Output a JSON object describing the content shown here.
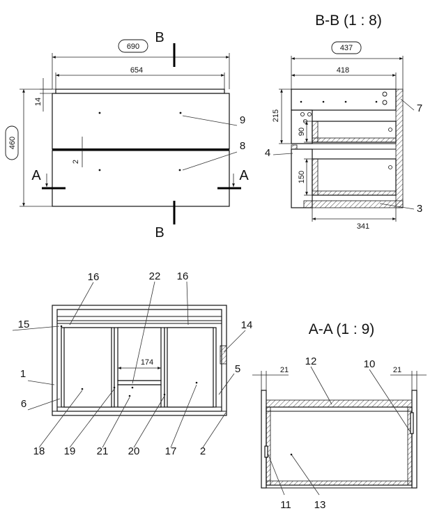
{
  "front_view": {
    "width_overall": "690",
    "width_inner": "654",
    "height": "460",
    "top_thickness": "14",
    "gap": "2",
    "item_top_drawer": "9",
    "item_bottom_drawer": "8",
    "section_a_left": "A",
    "section_a_right": "A",
    "section_b_top": "B",
    "section_b_bottom": "B"
  },
  "section_bb": {
    "title": "B-B (1 : 8)",
    "depth_overall": "437",
    "depth_inner": "418",
    "upper_height": "215",
    "drawer_height_small": "90",
    "drawer_height_large": "150",
    "bottom_depth": "341",
    "item_side": "7",
    "item_handle": "4",
    "item_bottom": "3"
  },
  "carcass_view": {
    "width_middle": "174",
    "labels": [
      "16",
      "22",
      "16",
      "15",
      "14",
      "1",
      "5",
      "6",
      "18",
      "19",
      "21",
      "20",
      "17",
      "2"
    ]
  },
  "section_aa": {
    "title": "A-A (1 : 9)",
    "gap_left": "21",
    "gap_right": "21",
    "labels": [
      "12",
      "10",
      "11",
      "13"
    ]
  }
}
